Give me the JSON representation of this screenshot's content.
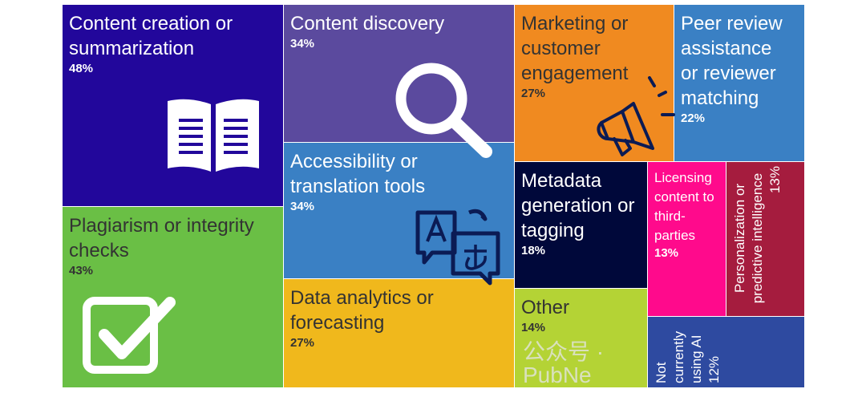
{
  "chart_data": {
    "type": "treemap",
    "unit": "%",
    "items": [
      {
        "label": "Content creation or summarization",
        "value": 48,
        "pct": "48%",
        "color": "#22079b",
        "text": "#ffffff"
      },
      {
        "label": "Plagiarism or integrity checks",
        "value": 43,
        "pct": "43%",
        "color": "#6abf45",
        "text": "#333333"
      },
      {
        "label": "Content discovery",
        "value": 34,
        "pct": "34%",
        "color": "#5b4a9e",
        "text": "#ffffff"
      },
      {
        "label": "Accessibility or translation tools",
        "value": 34,
        "pct": "34%",
        "color": "#3a80c4",
        "text": "#ffffff"
      },
      {
        "label": "Data analytics or forecasting",
        "value": 27,
        "pct": "27%",
        "color": "#f0b81c",
        "text": "#333333"
      },
      {
        "label": "Marketing or customer engagement",
        "value": 27,
        "pct": "27%",
        "color": "#f08a20",
        "text": "#333333"
      },
      {
        "label": "Peer review assistance or reviewer matching",
        "value": 22,
        "pct": "22%",
        "color": "#3a80c4",
        "text": "#ffffff"
      },
      {
        "label": "Metadata generation or tagging",
        "value": 18,
        "pct": "18%",
        "color": "#00083a",
        "text": "#ffffff"
      },
      {
        "label": "Other",
        "value": 14,
        "pct": "14%",
        "color": "#b4d335",
        "text": "#333333"
      },
      {
        "label": "Licensing content to third-parties",
        "value": 13,
        "pct": "13%",
        "color": "#ff0a8c",
        "text": "#ffffff"
      },
      {
        "label": "Personalization or predictive intelligence",
        "value": 13,
        "pct": "13%",
        "color": "#a51c3e",
        "text": "#ffffff"
      },
      {
        "label": "Not currently using AI",
        "value": 12,
        "pct": "12%",
        "color": "#2e4aa0",
        "text": "#ffffff"
      }
    ]
  },
  "watermark": "公众号 · PubNe"
}
